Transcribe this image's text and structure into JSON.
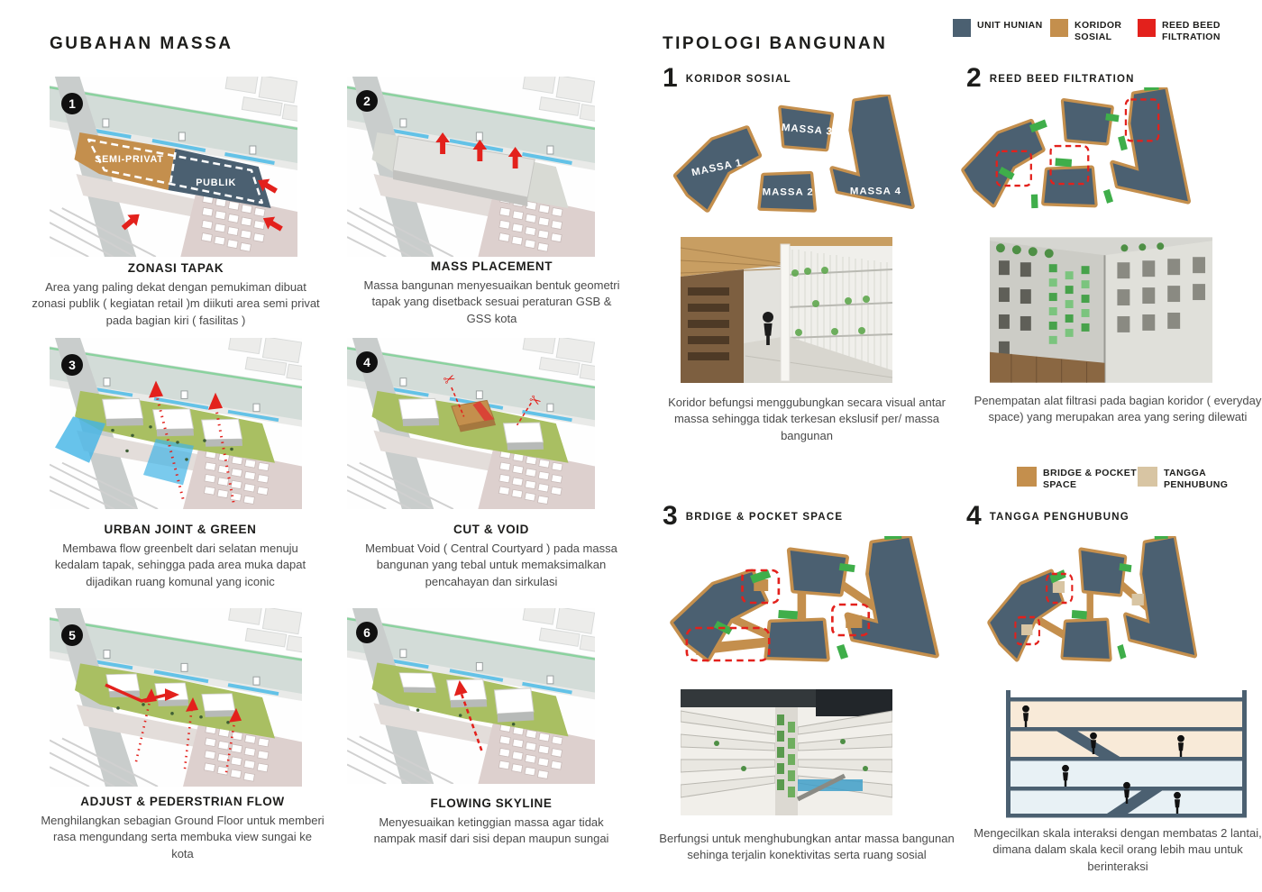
{
  "board": {
    "left_title": "GUBAHAN MASSA",
    "right_title": "TIPOLOGI BANGUNAN"
  },
  "left_panels": [
    {
      "num": "1",
      "title": "ZONASI TAPAK",
      "desc": "Area yang paling dekat dengan pemukiman dibuat zonasi publik ( kegiatan retail )m diikuti area semi privat  pada bagian kiri ( fasilitas )"
    },
    {
      "num": "2",
      "title": "MASS PLACEMENT",
      "desc": "Massa bangunan menyesuaikan bentuk geometri tapak yang disetback sesuai peraturan GSB & GSS kota"
    },
    {
      "num": "3",
      "title": "URBAN JOINT & GREEN",
      "desc": "Membawa flow greenbelt dari selatan menuju kedalam tapak, sehingga pada area muka dapat dijadikan ruang komunal yang iconic"
    },
    {
      "num": "4",
      "title": "CUT & VOID",
      "desc": "Membuat Void ( Central Courtyard ) pada massa bangunan yang tebal untuk memaksimalkan pencahayan dan sirkulasi"
    },
    {
      "num": "5",
      "title": "ADJUST  & PEDERSTRIAN FLOW",
      "desc": "Menghilangkan sebagian Ground Floor untuk memberi rasa mengundang serta membuka view sungai ke kota"
    },
    {
      "num": "6",
      "title": "FLOWING SKYLINE",
      "desc": "Menyesuaikan ketinggian massa agar tidak nampak masif  dari sisi depan maupun sungai"
    }
  ],
  "map_labels": {
    "semi_privat": "SEMI-PRIVAT",
    "publik": "PUBLIK"
  },
  "legend_top": [
    {
      "label": "UNIT HUNIAN",
      "color": "#4b6071"
    },
    {
      "label": "KORIDOR SOSIAL",
      "color": "#c48f4d"
    },
    {
      "label": "REED BEED FILTRATION",
      "color": "#e3211c"
    }
  ],
  "legend_mid": [
    {
      "label": "BRIDGE & POCKET SPACE",
      "color": "#c48f4d"
    },
    {
      "label": "TANGGA PENHUBUNG",
      "color": "#d8c5a3"
    }
  ],
  "sections": [
    {
      "num": "1",
      "title": "KORIDOR SOSIAL",
      "caption": "Koridor befungsi menggubungkan secara visual antar massa sehingga tidak terkesan ekslusif per/ massa bangunan"
    },
    {
      "num": "2",
      "title": "REED BEED FILTRATION",
      "caption": "Penempatan alat filtrasi pada bagian koridor ( everyday space) yang merupakan area yang sering dilewati"
    },
    {
      "num": "3",
      "title": "BRDIGE & POCKET SPACE",
      "caption": "Berfungsi untuk menghubungkan antar massa bangunan sehinga terjalin konektivitas serta ruang sosial"
    },
    {
      "num": "4",
      "title": "TANGGA PENGHUBUNG",
      "caption": "Mengecilkan skala interaksi dengan membatas 2 lantai, dimana dalam skala kecil orang lebih mau untuk berinteraksi"
    }
  ],
  "massa_labels": [
    "MASSA 1",
    "MASSA 2",
    "MASSA 3",
    "MASSA 4"
  ]
}
